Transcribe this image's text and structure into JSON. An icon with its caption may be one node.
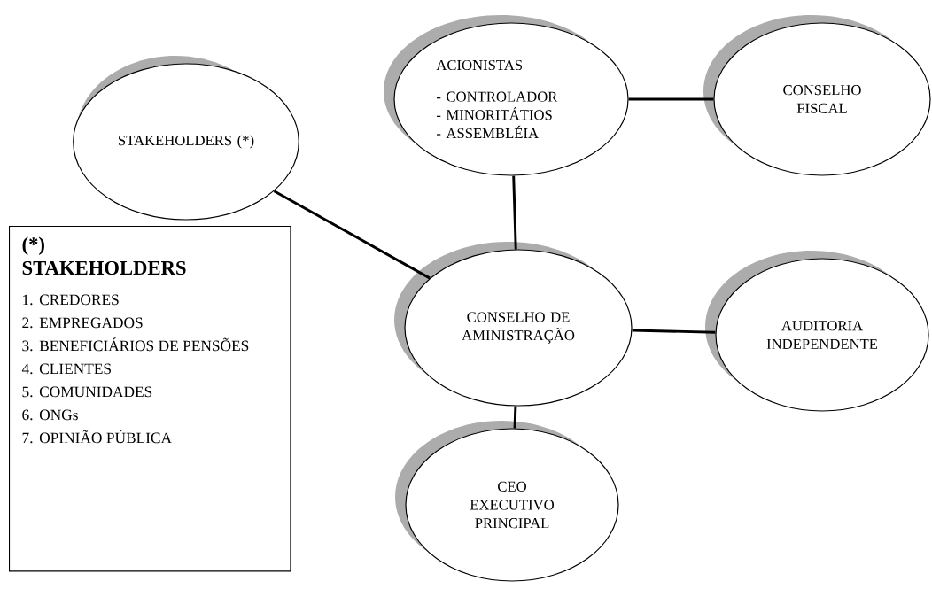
{
  "diagram": {
    "nodes": [
      {
        "text": [
          "STAKEHOLDERS (*)"
        ]
      },
      {
        "text": [
          "ACIONISTAS",
          "- CONTROLADOR",
          "- MINORITÁTIOS",
          "- ASSEMBLÉIA"
        ]
      },
      {
        "text": [
          "CONSELHO FISCAL"
        ]
      },
      {
        "text": [
          "CONSELHO DE AMINISTRAÇÃO"
        ]
      },
      {
        "text": [
          "AUDITORIA INDEPENDENTE"
        ]
      },
      {
        "text": [
          "CEO EXECUTIVO PRINCIPAL"
        ]
      },
      {
        "text": [
          "(*) STAKEHOLDERS",
          "1. CREDORES",
          "2. EMPREGADOS",
          "3. BENEFICIÁRIOS DE PENSÕES",
          "4. CLIENTES",
          "5. COMUNIDADES",
          "6. ONGs",
          "7. OPINIÃO PÚBLICA"
        ]
      }
    ],
    "edges": [
      {
        "from": 0,
        "to": 3,
        "arrow": "none"
      },
      {
        "from": 1,
        "to": 3,
        "arrow": "none"
      },
      {
        "from": 1,
        "to": 2,
        "arrow": "none"
      },
      {
        "from": 3,
        "to": 4,
        "arrow": "none"
      },
      {
        "from": 3,
        "to": 5,
        "arrow": "none"
      }
    ]
  }
}
